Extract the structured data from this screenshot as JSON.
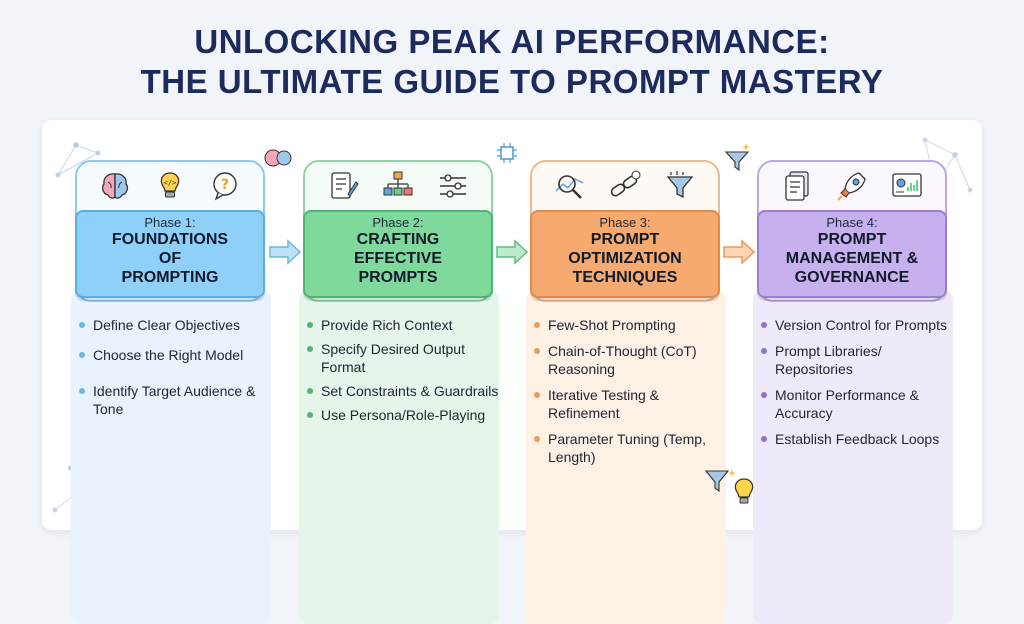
{
  "title": {
    "line1": "UNLOCKING PEAK AI PERFORMANCE:",
    "line2": "THE ULTIMATE GUIDE TO PROMPT MASTERY"
  },
  "colors": {
    "title": "#1d2a5c",
    "phase1": "#8fd0f8",
    "phase2": "#7fd99d",
    "phase3": "#f6aa70",
    "phase4": "#c7b0ee"
  },
  "phases": [
    {
      "label": "Phase 1:",
      "name": "FOUNDATIONS\nOF\nPROMPTING",
      "icons": [
        "brain-icon",
        "lightbulb-code-icon",
        "question-bubble-icon"
      ],
      "bullets": [
        "Define Clear Objectives",
        "Choose the Right Model",
        "Identify Target Audience & Tone"
      ]
    },
    {
      "label": "Phase 2:",
      "name": "CRAFTING\nEFFECTIVE\nPROMPTS",
      "icons": [
        "document-pen-icon",
        "hierarchy-icon",
        "sliders-icon"
      ],
      "bullets": [
        "Provide Rich Context",
        "Specify Desired Output Format",
        "Set Constraints & Guardrails",
        "Use Persona/Role-Playing"
      ]
    },
    {
      "label": "Phase 3:",
      "name": "PROMPT\nOPTIMIZATION\nTECHNIQUES",
      "icons": [
        "magnifier-chart-icon",
        "chain-icon",
        "funnel-icon"
      ],
      "bullets": [
        "Few-Shot Prompting",
        "Chain-of-Thought (CoT) Reasoning",
        "Iterative Testing & Refinement",
        "Parameter Tuning (Temp, Length)"
      ]
    },
    {
      "label": "Phase 4:",
      "name": "PROMPT\nMANAGEMENT &\nGOVERNANCE",
      "icons": [
        "document-stack-icon",
        "rocket-icon",
        "dashboard-icon"
      ],
      "bullets": [
        "Version Control for Prompts",
        "Prompt Libraries/ Repositories",
        "Monitor Performance & Accuracy",
        "Establish Feedback Loops"
      ]
    }
  ]
}
